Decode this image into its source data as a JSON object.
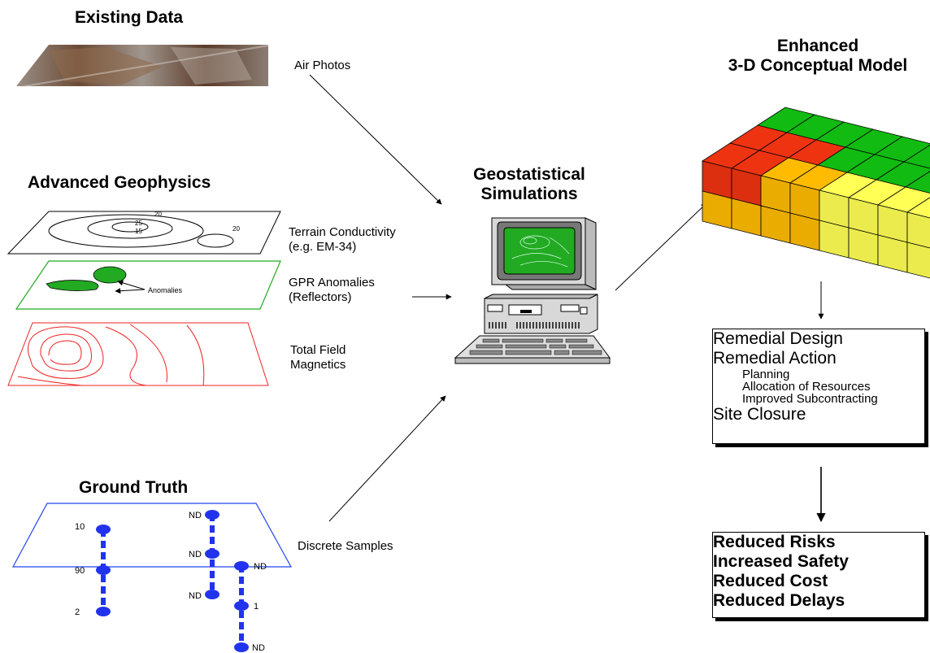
{
  "headings": {
    "existing": "Existing Data",
    "geophysics": "Advanced Geophysics",
    "ground_truth": "Ground Truth",
    "simulations": [
      "Geostatistical",
      "Simulations"
    ],
    "model": [
      "Enhanced",
      "3-D Conceptual Model"
    ]
  },
  "labels": {
    "air_photos": "Air Photos",
    "terrain": [
      "Terrain Conductivity",
      "(e.g. EM-34)"
    ],
    "gpr": [
      "GPR Anomalies",
      "(Reflectors)"
    ],
    "magnetics": [
      "Total Field",
      "Magnetics"
    ],
    "discrete": "Discrete Samples",
    "anomalies": "Anomalies",
    "contours": [
      "20",
      "25",
      "15",
      "20"
    ]
  },
  "samples": [
    {
      "id": "left",
      "values": [
        "10",
        "90",
        "2"
      ]
    },
    {
      "id": "middle",
      "values": [
        "ND",
        "ND",
        "ND"
      ]
    },
    {
      "id": "right",
      "values": [
        "ND",
        "1",
        "ND"
      ]
    }
  ],
  "design": {
    "lines": [
      {
        "text": "Remedial Design",
        "level": 1
      },
      {
        "text": "Remedial Action",
        "level": 1
      },
      {
        "text": "Planning",
        "level": 2
      },
      {
        "text": "Allocation of Resources",
        "level": 2
      },
      {
        "text": "Improved Subcontracting",
        "level": 2
      },
      {
        "text": "Site Closure",
        "level": 1
      }
    ]
  },
  "outcomes": [
    "Reduced Risks",
    "Increased Safety",
    "Reduced Cost",
    "Reduced Delays"
  ],
  "colors": {
    "red": "#ee3311",
    "orange": "#ffbb00",
    "yellow": "#ffff55",
    "green": "#11bb11",
    "gpr_green": "#22aa22",
    "mag_red": "#ee2222",
    "sample_blue": "#2233ee",
    "plane_blue": "#2244ee"
  }
}
